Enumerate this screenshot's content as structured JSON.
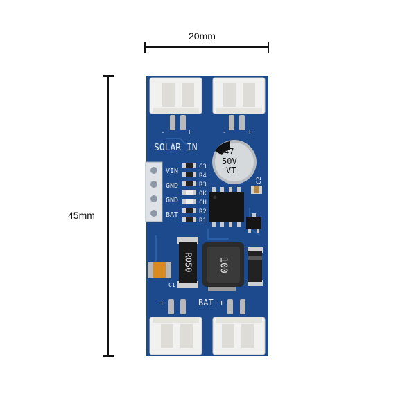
{
  "dimensions": {
    "width_label": "20mm",
    "height_label": "45mm"
  },
  "board": {
    "color": "#1c4a8c",
    "silkscreen_color": "#e8eef7",
    "top_label": "SOLAR IN",
    "bottom_label": "BAT",
    "header_labels": [
      "VIN",
      "GND",
      "GND",
      "BAT"
    ],
    "resistor_labels": [
      "C3",
      "R4",
      "R3",
      "OK",
      "CH",
      "R2",
      "R1"
    ],
    "capacitor_lines": [
      "47",
      "50V",
      "VT"
    ],
    "cap_ref": "C2",
    "sense_resistor": "R050",
    "inductor": "100",
    "tantalum_ref": "C1",
    "top_polarity": [
      "-",
      "+",
      "-",
      "+"
    ],
    "bottom_polarity": [
      "+",
      "+"
    ]
  }
}
